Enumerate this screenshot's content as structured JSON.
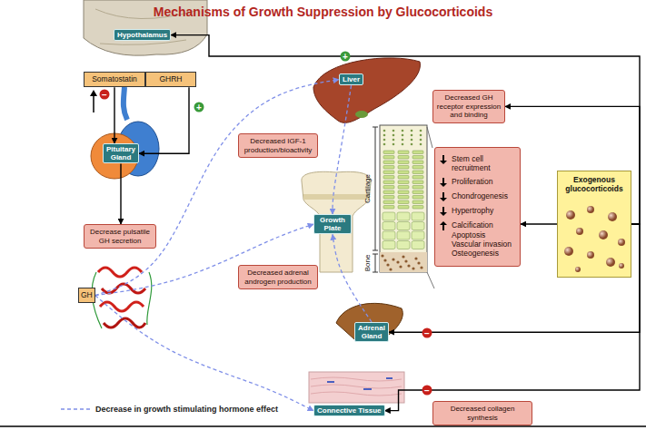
{
  "diagram": {
    "title": "Mechanisms of Growth Suppression by Glucocorticoids",
    "nodes": [
      {
        "text": [
          "Hypothalamus"
        ]
      },
      {
        "text": [
          "Somatostatin"
        ]
      },
      {
        "text": [
          "GHRH"
        ]
      },
      {
        "text": [
          "Pituitary Gland"
        ]
      },
      {
        "text": [
          "Decrease pulsatile GH secretion"
        ]
      },
      {
        "text": [
          "GH"
        ]
      },
      {
        "text": [
          "Liver"
        ]
      },
      {
        "text": [
          "Decreased IGF-1 production/bioactivity"
        ]
      },
      {
        "text": [
          "Decreased GH receptor expression and binding"
        ]
      },
      {
        "text": [
          "Growth Plate"
        ]
      },
      {
        "text": [
          "Stem cell recruitment",
          "Proliferation",
          "Chondrogenesis",
          "Hypertrophy",
          "Calcification Apoptosis Vascular invasion Osteogenesis"
        ]
      },
      {
        "text": [
          "Exogenous glucocorticoids"
        ]
      },
      {
        "text": [
          "Decreased adrenal androgen production"
        ]
      },
      {
        "text": [
          "Adrenal Gland"
        ]
      },
      {
        "text": [
          "Connective Tissue"
        ]
      },
      {
        "text": [
          "Decreased collagen synthesis"
        ]
      }
    ],
    "edges": [
      {
        "from": 11,
        "to": 0,
        "arrow": "to"
      },
      {
        "from": 11,
        "to": 8,
        "arrow": "to"
      },
      {
        "from": 11,
        "to": 10,
        "arrow": "to"
      },
      {
        "from": 11,
        "to": 13,
        "arrow": "to"
      },
      {
        "from": 11,
        "to": 14,
        "arrow": "to"
      },
      {
        "from": 1,
        "to": 3,
        "arrow": "to"
      },
      {
        "from": 2,
        "to": 3,
        "arrow": "to"
      },
      {
        "from": 3,
        "to": 4,
        "arrow": "to"
      },
      {
        "from": 5,
        "to": 6,
        "arrow": "to"
      },
      {
        "from": 5,
        "to": 9,
        "arrow": "to"
      },
      {
        "from": 5,
        "to": 14,
        "arrow": "to"
      },
      {
        "from": 6,
        "to": 9,
        "arrow": "to"
      },
      {
        "from": 13,
        "to": 9,
        "arrow": "to"
      }
    ],
    "labels": [
      "+",
      "−",
      "+",
      "Cartilage",
      "Bone",
      "−",
      "−"
    ],
    "legend": [
      {
        "text": "Decrease in growth stimulating hormone effect"
      }
    ]
  }
}
